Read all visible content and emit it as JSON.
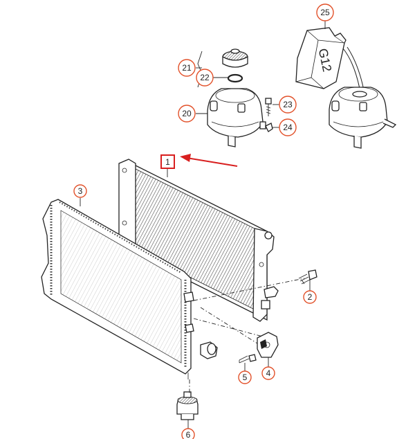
{
  "diagram": {
    "labels": [
      {
        "id": "1",
        "text": "1",
        "highlighted": true
      },
      {
        "id": "2",
        "text": "2"
      },
      {
        "id": "3",
        "text": "3"
      },
      {
        "id": "4",
        "text": "4"
      },
      {
        "id": "5",
        "text": "5"
      },
      {
        "id": "6",
        "text": "6"
      },
      {
        "id": "20",
        "text": "20"
      },
      {
        "id": "21",
        "text": "21"
      },
      {
        "id": "22",
        "text": "22"
      },
      {
        "id": "23",
        "text": "23"
      },
      {
        "id": "24",
        "text": "24"
      },
      {
        "id": "25",
        "text": "25"
      }
    ],
    "bottle_marking": "G12",
    "colors": {
      "callout": "#e2512a",
      "highlight": "#d81f1f",
      "line": "#222222"
    }
  }
}
